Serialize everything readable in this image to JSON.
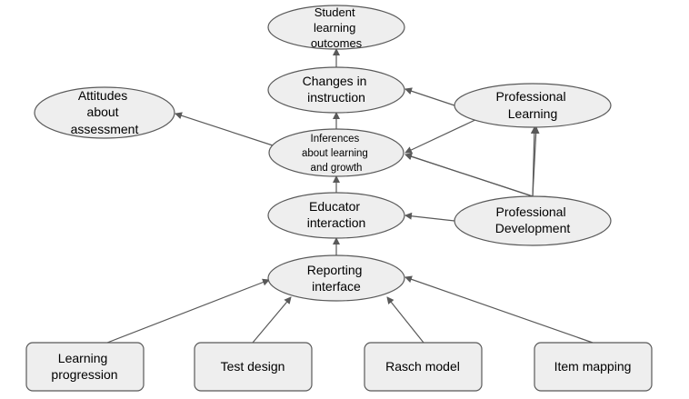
{
  "nodes": {
    "student_learning_outcomes": {
      "lines": [
        "Student",
        "learning",
        "outcomes"
      ]
    },
    "changes_in_instruction": {
      "lines": [
        "Changes in",
        "instruction"
      ]
    },
    "professional_learning": {
      "lines": [
        "Professional",
        "Learning"
      ]
    },
    "attitudes_about_assessment": {
      "lines": [
        "Attitudes",
        "about",
        "assessment"
      ]
    },
    "inferences_about_learning": {
      "lines": [
        "Inferences",
        "about learning",
        "and growth"
      ]
    },
    "educator_interaction": {
      "lines": [
        "Educator",
        "interaction"
      ]
    },
    "professional_development": {
      "lines": [
        "Professional",
        "Development"
      ]
    },
    "reporting_interface": {
      "lines": [
        "Reporting",
        "interface"
      ]
    },
    "learning_progression": {
      "lines": [
        "Learning",
        "progression"
      ]
    },
    "test_design": {
      "lines": [
        "Test design"
      ]
    },
    "rasch_model": {
      "lines": [
        "Rasch model"
      ]
    },
    "item_mapping": {
      "lines": [
        "Item mapping"
      ]
    }
  }
}
